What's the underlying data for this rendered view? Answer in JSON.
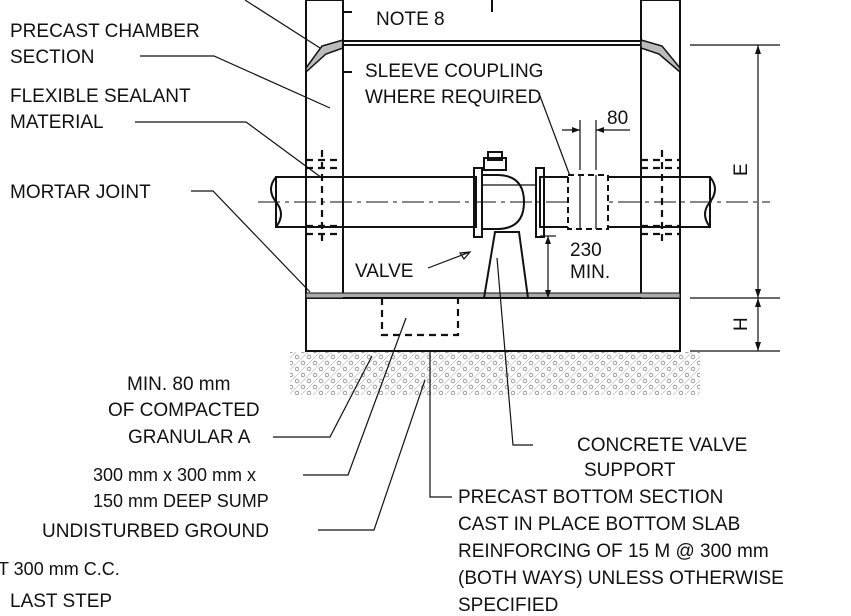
{
  "labels": {
    "precast_chamber_1": "PRECAST CHAMBER",
    "precast_chamber_2": "SECTION",
    "flexible_sealant_1": "FLEXIBLE SEALANT",
    "flexible_sealant_2": "MATERIAL",
    "mortar_joint": "MORTAR JOINT",
    "note8": "NOTE 8",
    "sleeve_coupling_1": "SLEEVE COUPLING",
    "sleeve_coupling_2": "WHERE REQUIRED",
    "valve": "VALVE",
    "min80_1": "MIN. 80 mm",
    "min80_2": "OF COMPACTED",
    "min80_3": "GRANULAR A",
    "sump_1": "300 mm x 300 mm x",
    "sump_2": "150 mm DEEP SUMP",
    "undisturbed": "UNDISTURBED GROUND",
    "cc": "T 300 mm C.C.",
    "last_step": "LAST STEP",
    "concrete_valve_1": "CONCRETE VALVE",
    "concrete_valve_2": "SUPPORT",
    "bottom_1": "PRECAST BOTTOM SECTION",
    "bottom_2": "CAST IN PLACE BOTTOM SLAB",
    "bottom_3": "REINFORCING OF 15 M @ 300 mm",
    "bottom_4": "(BOTH WAYS) UNLESS OTHERWISE",
    "bottom_5": "SPECIFIED"
  },
  "dimensions": {
    "d80": "80",
    "d230": "230",
    "min": "MIN.",
    "E": "E",
    "H": "H"
  }
}
